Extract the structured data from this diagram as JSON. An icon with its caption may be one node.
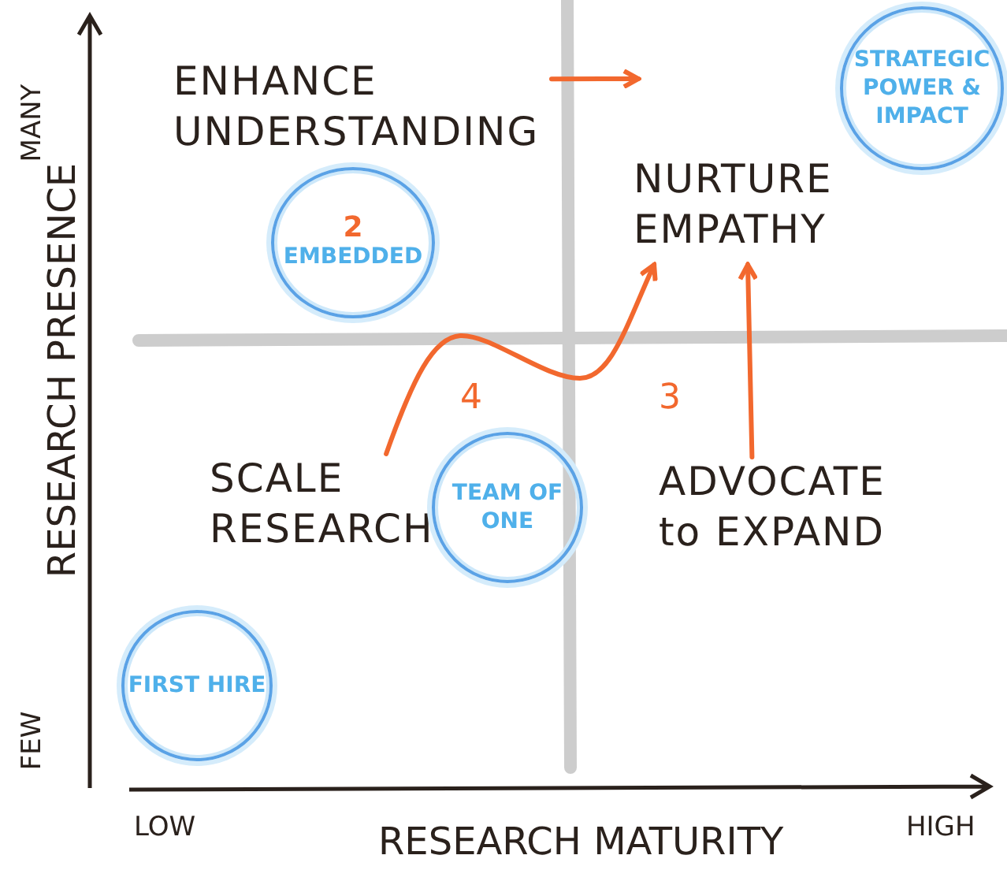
{
  "diagram": {
    "nodes": [
      {
        "text": [
          "STRATEGIC POWER & IMPACT"
        ]
      },
      {
        "text": [
          "ENHANCE UNDERSTANDING"
        ]
      },
      {
        "text": [
          "2",
          "EMBEDDED"
        ]
      },
      {
        "text": [
          "NURTURE EMPATHY"
        ]
      },
      {
        "text": [
          "SCALE RESEARCH"
        ]
      },
      {
        "text": [
          "TEAM OF ONE"
        ]
      },
      {
        "text": [
          "ADVOCATE to EXPAND"
        ]
      },
      {
        "text": [
          "FIRST HIRE"
        ]
      }
    ],
    "edges": [
      {
        "from": 1,
        "to": null,
        "arrow": "to"
      },
      {
        "from": 4,
        "to": 3,
        "arrow": "to"
      },
      {
        "from": 6,
        "to": 3,
        "arrow": "to"
      }
    ],
    "labels": [
      "MANY",
      "RESEARCH PRESENCE",
      "FEW",
      "4",
      "3",
      "LOW",
      "RESEARCH MATURITY",
      "HIGH"
    ]
  }
}
